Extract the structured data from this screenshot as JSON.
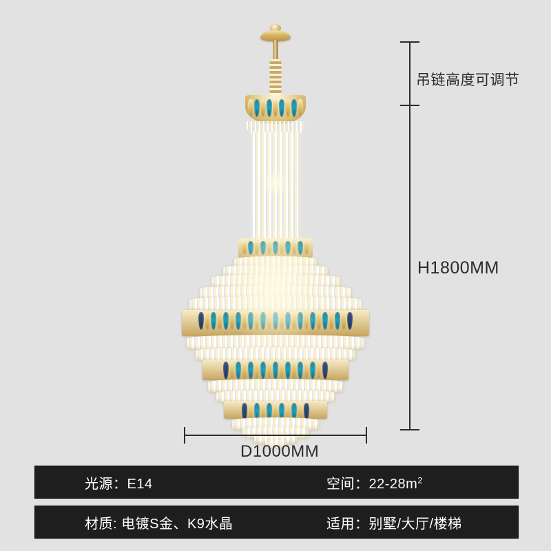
{
  "product": {
    "name": "crystal-chandelier",
    "colors": {
      "background": "#e2e2e2",
      "gold": "#dcb964",
      "teal": "#1d9fb8",
      "dark_blue": "#27406b",
      "crystal": "#f5f7fa",
      "line": "#2b2b2b",
      "bar_background": "#1e1e1e",
      "bar_text": "#ffffff"
    }
  },
  "dimensions": {
    "chain_note": "吊链高度可调节",
    "height_label": "H1800MM",
    "width_label": "D1000MM"
  },
  "spec_bars": [
    {
      "left": {
        "label": "光源：",
        "value": "E14",
        "text": "光源：E14"
      },
      "right": {
        "label": "空间：",
        "value": "22-28m²",
        "text": "空间：22-28m²",
        "value_base": "22-28m",
        "value_sup": "2"
      }
    },
    {
      "left": {
        "label": "材质:",
        "value": "电镀S金、K9水晶",
        "text": "材质: 电镀S金、K9水晶"
      },
      "right": {
        "label": "适用：",
        "value": "别墅/大厅/楼梯",
        "text": "适用：别墅/大厅/楼梯"
      }
    }
  ]
}
